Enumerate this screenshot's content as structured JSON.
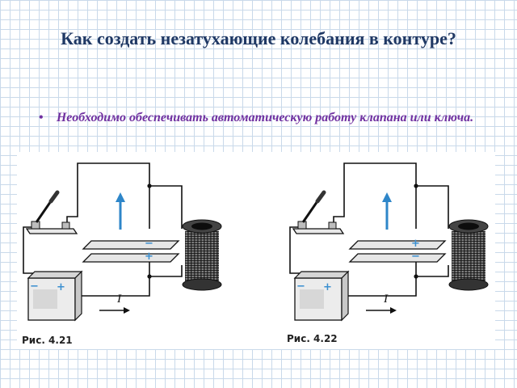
{
  "slide": {
    "title": "Как создать незатухающие колебания в контуре?",
    "bullet": "Необходимо обеспечивать автоматическую работу клапана или ключа.",
    "bullet_marker": "•"
  },
  "figures": [
    {
      "caption": "Рис. 4.21",
      "current_label": "I",
      "upper_plate_sign": "−",
      "lower_plate_sign": "+",
      "battery_left_sign": "−",
      "battery_right_sign": "+"
    },
    {
      "caption": "Рис. 4.22",
      "current_label": "I",
      "upper_plate_sign": "+",
      "lower_plate_sign": "−",
      "battery_left_sign": "−",
      "battery_right_sign": "+"
    }
  ],
  "colors": {
    "title": "#1f3864",
    "bullet": "#7030a0",
    "arrow": "#2e86c9",
    "sign": "#3a8fd0",
    "grid": "#c9d9ea"
  }
}
